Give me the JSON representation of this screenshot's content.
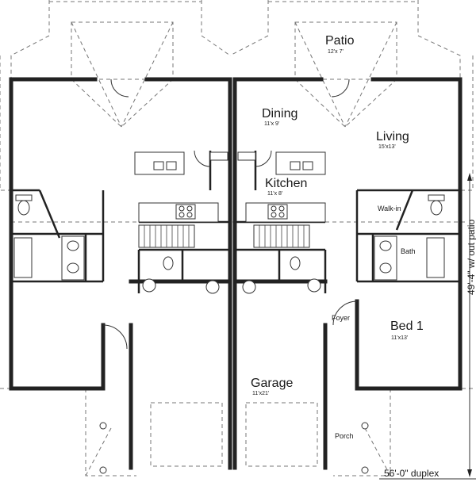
{
  "rooms": {
    "patio": {
      "name": "Patio",
      "dim": "12'x 7'"
    },
    "dining": {
      "name": "Dining",
      "dim": "11'x 9'"
    },
    "living": {
      "name": "Living",
      "dim": "15'x13'"
    },
    "kitchen": {
      "name": "Kitchen",
      "dim": "11'x 8'"
    },
    "walkin": {
      "name": "Walk-in"
    },
    "bath": {
      "name": "Bath"
    },
    "foyer": {
      "name": "Foyer"
    },
    "bed1": {
      "name": "Bed 1",
      "dim": "11'x13'"
    },
    "garage": {
      "name": "Garage",
      "dim": "11'x21'"
    },
    "porch": {
      "name": "Porch"
    }
  },
  "dimensions": {
    "depth": "49'-4\" w/ out patio",
    "width": "56'-0\" duplex"
  }
}
